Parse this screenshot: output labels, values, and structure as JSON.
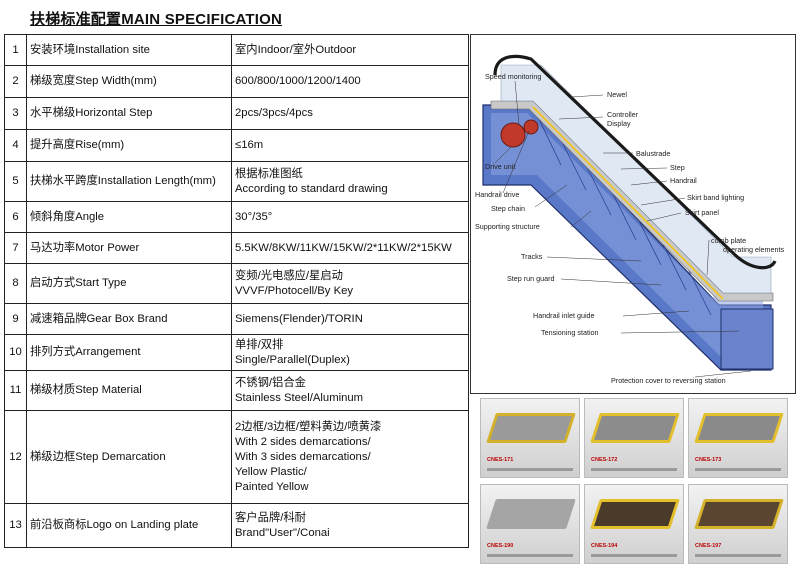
{
  "title": "扶梯标准配置MAIN SPECIFICATION",
  "rows": [
    {
      "num": "1",
      "label": "安装环境Installation site",
      "value": [
        "室内Indoor/室外Outdoor"
      ]
    },
    {
      "num": "2",
      "label": "梯级宽度Step Width(mm)",
      "value": [
        "600/800/1000/1200/1400"
      ]
    },
    {
      "num": "3",
      "label": "水平梯级Horizontal Step",
      "value": [
        "2pcs/3pcs/4pcs"
      ]
    },
    {
      "num": "4",
      "label": "提升高度Rise(mm)",
      "value": [
        "≤16m"
      ]
    },
    {
      "num": "5",
      "label": "扶梯水平跨度Installation Length(mm)",
      "value": [
        "根据标准图纸",
        "According to standard drawing"
      ]
    },
    {
      "num": "6",
      "label": "倾斜角度Angle",
      "value": [
        "30°/35°"
      ]
    },
    {
      "num": "7",
      "label": "马达功率Motor Power",
      "value": [
        "5.5KW/8KW/11KW/15KW/2*11KW/2*15KW"
      ]
    },
    {
      "num": "8",
      "label": "启动方式Start Type",
      "value": [
        "变频/光电感应/星启动",
        "VVVF/Photocell/By Key"
      ]
    },
    {
      "num": "9",
      "label": "减速箱品牌Gear Box Brand",
      "value": [
        "Siemens(Flender)/TORIN"
      ]
    },
    {
      "num": "10",
      "label": "排列方式Arrangement",
      "value": [
        "单排/双排",
        "Single/Parallel(Duplex)"
      ]
    },
    {
      "num": "11",
      "label": "梯级材质Step Material",
      "value": [
        "不锈钢/铝合金",
        "Stainless Steel/Aluminum"
      ]
    },
    {
      "num": "12",
      "label": "梯级边框Step Demarcation",
      "value": [
        "2边框/3边框/塑料黄边/喷黄漆",
        "With 2 sides demarcations/",
        "With 3 sides demarcations/",
        "Yellow Plastic/",
        "Painted Yellow"
      ]
    },
    {
      "num": "13",
      "label": "前沿板商标Logo on Landing plate",
      "value": [
        "客户品牌/科耐",
        "Brand\"User\"/Conai"
      ]
    }
  ],
  "diagram": {
    "labels": {
      "speed_monitoring": "Speed monitoring",
      "newel": "Newel",
      "controller": "Controller",
      "display": "Display",
      "balustrade": "Balustrade",
      "drive_unit": "Drive unit",
      "step": "Step",
      "handrail": "Handrail",
      "handrail_drive": "Handrail drive",
      "skirt_band_lighting": "Skirt band lighting",
      "step_chain": "Step chain",
      "skirt_panel": "Skirt panel",
      "supporting_structure": "Supporting structure",
      "comb_plate": "comb plate",
      "operating_elements": "operating elements",
      "tracks": "Tracks",
      "step_run_guard": "Step run guard",
      "handrail_inlet_guide": "Handrail inlet guide",
      "tensioning_station": "Tensioning station",
      "protection_cover": "Protection cover to reversing station"
    }
  },
  "photos": [
    {
      "tag": "CNES-171",
      "color": "#9a9a9a",
      "frame": "#d4b12a"
    },
    {
      "tag": "CNES-172",
      "color": "#8c8c8c",
      "frame": "#e3bf2c"
    },
    {
      "tag": "CNES-173",
      "color": "#8a8a8a",
      "frame": "#e3bf2c"
    },
    {
      "tag": "CNES-190",
      "color": "#a5a5a5",
      "frame": "#a5a5a5"
    },
    {
      "tag": "CNES-194",
      "color": "#4a3a2a",
      "frame": "#e3bf2c"
    },
    {
      "tag": "CNES-197",
      "color": "#5a4530",
      "frame": "#d4b12a"
    }
  ]
}
